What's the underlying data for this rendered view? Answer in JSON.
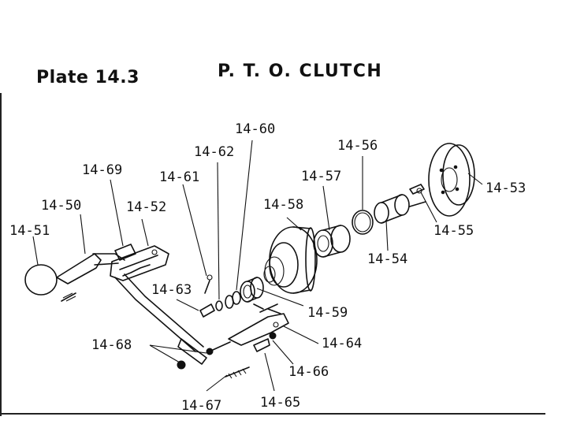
{
  "header": {
    "plate_label": "Plate 14.3",
    "title": "P. T. O. CLUTCH"
  },
  "parts": [
    {
      "id": "14-51"
    },
    {
      "id": "14-50"
    },
    {
      "id": "14-69"
    },
    {
      "id": "14-52"
    },
    {
      "id": "14-61"
    },
    {
      "id": "14-62"
    },
    {
      "id": "14-60"
    },
    {
      "id": "14-63"
    },
    {
      "id": "14-58"
    },
    {
      "id": "14-57"
    },
    {
      "id": "14-56"
    },
    {
      "id": "14-59"
    },
    {
      "id": "14-53"
    },
    {
      "id": "14-55"
    },
    {
      "id": "14-54"
    },
    {
      "id": "14-68"
    },
    {
      "id": "14-64"
    },
    {
      "id": "14-66"
    },
    {
      "id": "14-67"
    },
    {
      "id": "14-65"
    }
  ]
}
